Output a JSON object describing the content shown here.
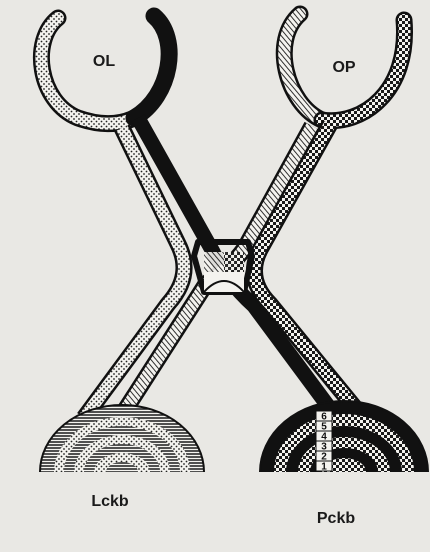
{
  "labels": {
    "left_eye": "OL",
    "right_eye": "OP",
    "left_body": "Lckb",
    "right_body": "Pckb"
  },
  "layer_numbers": [
    "1",
    "2",
    "3",
    "4",
    "5",
    "6"
  ],
  "colors": {
    "background": "#e9e8e4",
    "ink": "#111111"
  }
}
